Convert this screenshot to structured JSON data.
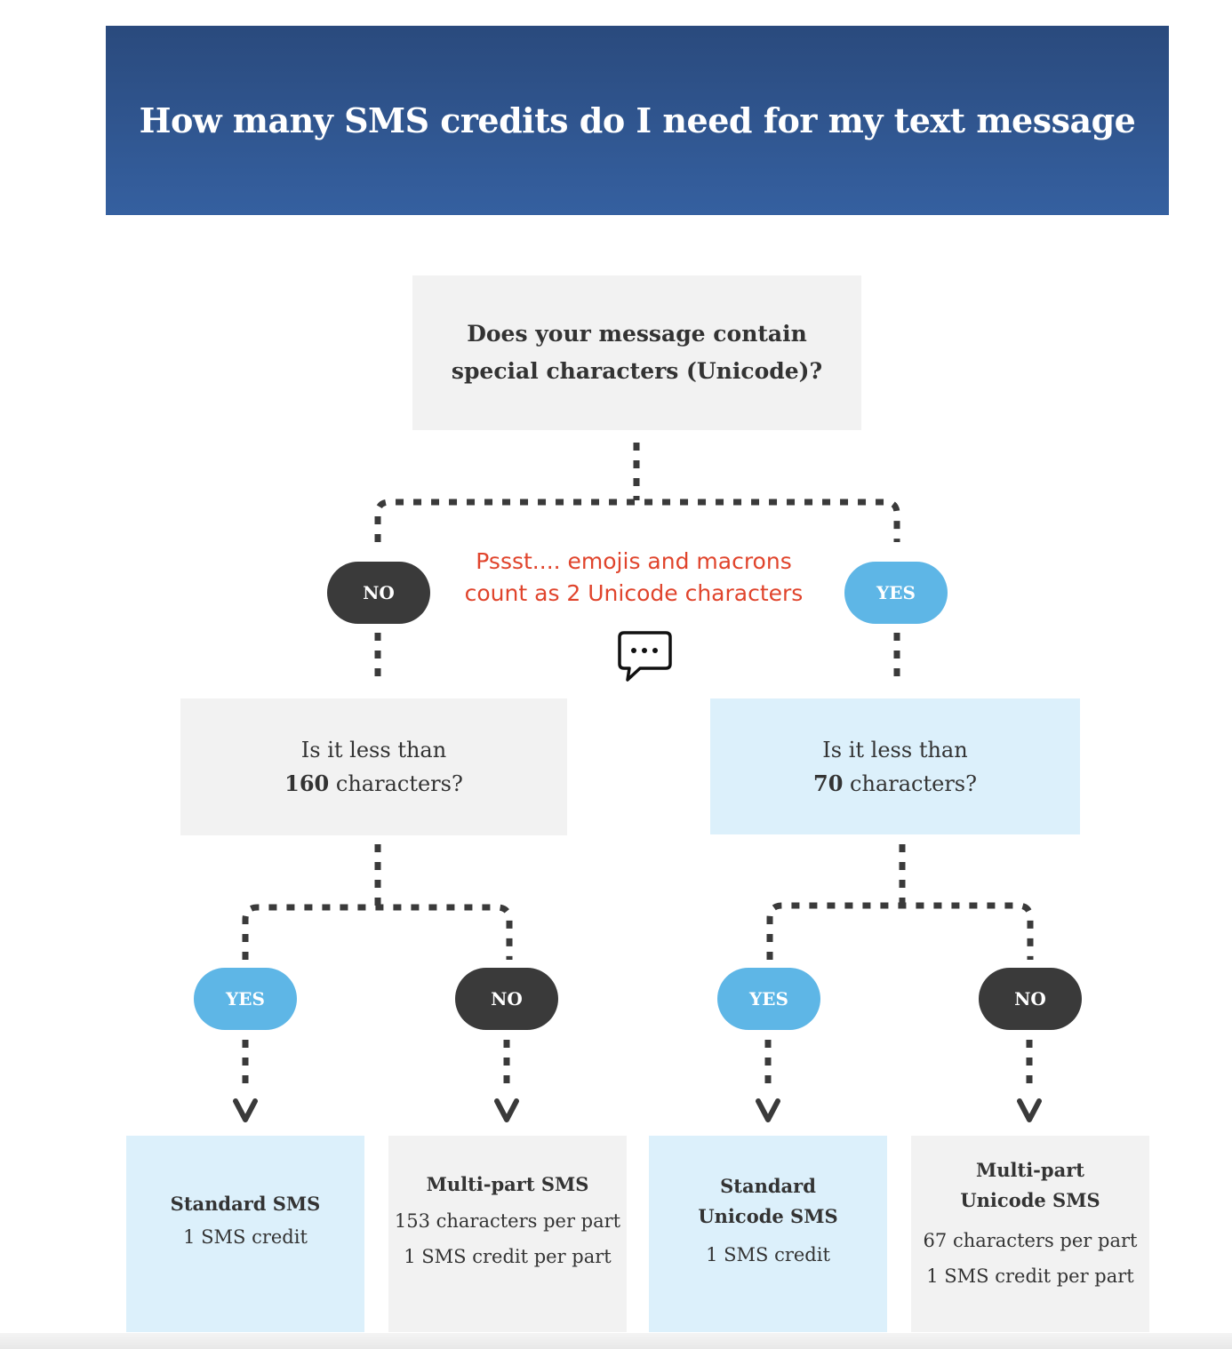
{
  "title": "How many SMS credits do I need for my text message",
  "root_question": {
    "line1": "Does your message contain",
    "line2": "special characters (Unicode)?"
  },
  "branches": {
    "left_label": "NO",
    "right_label": "YES"
  },
  "note": {
    "line1": "Pssst.... emojis and macrons",
    "line2": "count as 2 Unicode characters",
    "icon": "chat-bubble-icon"
  },
  "left_question": {
    "line1": "Is it less than",
    "number": "160",
    "suffix": " characters?"
  },
  "right_question": {
    "line1": "Is it less than",
    "number": "70",
    "suffix": " characters?"
  },
  "sub_branches": {
    "ll": "YES",
    "lr": "NO",
    "rl": "YES",
    "rr": "NO"
  },
  "results": [
    {
      "title1": "Standard SMS",
      "title2": "",
      "lines": [
        "1 SMS credit"
      ]
    },
    {
      "title1": "Multi-part SMS",
      "title2": "",
      "lines": [
        "153 characters per part",
        "1 SMS credit per part"
      ]
    },
    {
      "title1": "Standard",
      "title2": "Unicode SMS",
      "lines": [
        "1 SMS credit"
      ]
    },
    {
      "title1": "Multi-part",
      "title2": "Unicode SMS",
      "lines": [
        "67 characters per part",
        "1 SMS credit per part"
      ]
    }
  ],
  "colors": {
    "banner_top": "#2a4a7d",
    "banner_bottom": "#3560a0",
    "grey_box": "#f2f2f2",
    "blue_box": "#dcf0fb",
    "yes_pill": "#5eb6e6",
    "no_pill": "#3a3a3a",
    "note_text": "#e0442c"
  }
}
